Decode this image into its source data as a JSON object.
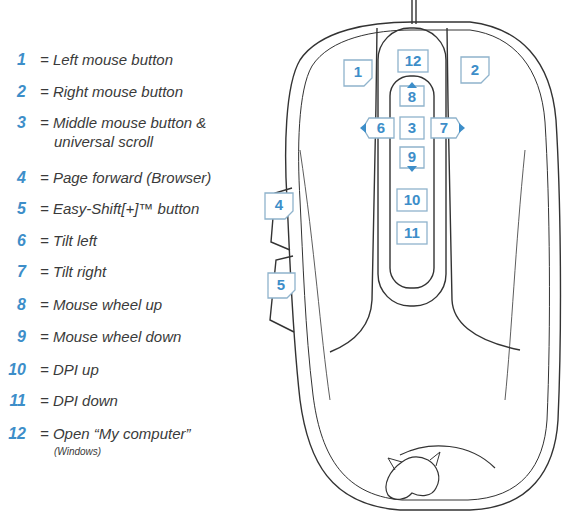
{
  "diagram": {
    "labels": [
      "1",
      "= Left mouse button",
      "2",
      "= Right mouse button",
      "3",
      "= Middle mouse button & universal scroll",
      "4",
      "= Page forward (Browser)",
      "5",
      "= Easy-Shift[+]™ button",
      "6",
      "= Tilt left",
      "7",
      "= Tilt right",
      "8",
      "= Mouse wheel up",
      "9",
      "= Mouse wheel down",
      "10",
      "= DPI up",
      "11",
      "= DPI down",
      "12",
      "= Open “My computer”",
      "(Windows)",
      "1",
      "2",
      "12",
      "8",
      "3",
      "6",
      "7",
      "9",
      "10",
      "11",
      "4",
      "5"
    ]
  }
}
